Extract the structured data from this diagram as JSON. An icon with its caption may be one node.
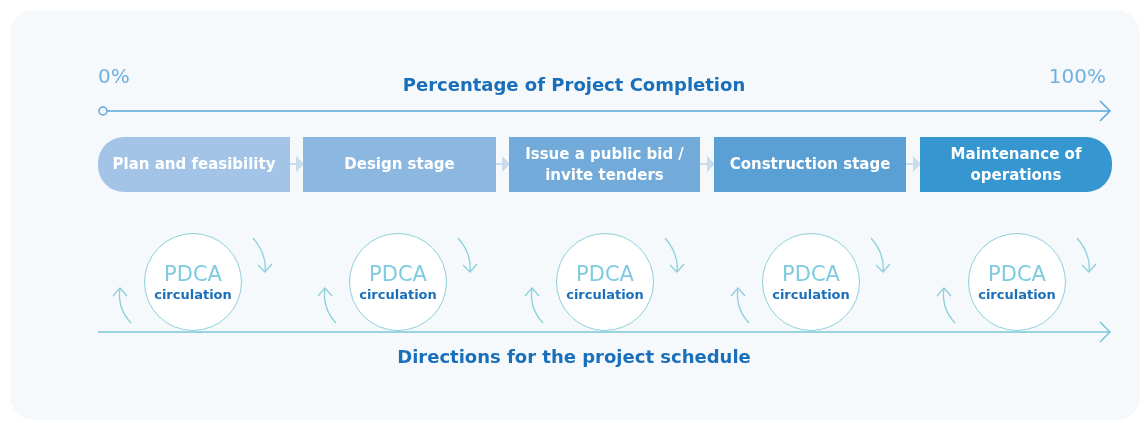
{
  "diagram": {
    "nodes": [
      {
        "text": [
          "Plan and feasibility"
        ]
      },
      {
        "text": [
          "Design stage"
        ]
      },
      {
        "text": [
          "Issue a public bid / invite tenders"
        ]
      },
      {
        "text": [
          "Construction stage"
        ]
      },
      {
        "text": [
          "Maintenance of operations"
        ]
      },
      {
        "text": [
          "PDCA",
          "circulation"
        ]
      },
      {
        "text": [
          "PDCA",
          "circulation"
        ]
      },
      {
        "text": [
          "PDCA",
          "circulation"
        ]
      },
      {
        "text": [
          "PDCA",
          "circulation"
        ]
      },
      {
        "text": [
          "PDCA",
          "circulation"
        ]
      }
    ],
    "edges": [
      {
        "from": 0,
        "to": 1,
        "arrow": "to"
      },
      {
        "from": 1,
        "to": 2,
        "arrow": "to"
      },
      {
        "from": 2,
        "to": 3,
        "arrow": "to"
      },
      {
        "from": 3,
        "to": 4,
        "arrow": "to"
      }
    ],
    "labels": [
      "0%",
      "Percentage of Project Completion",
      "100%",
      "Directions for the project schedule"
    ]
  }
}
